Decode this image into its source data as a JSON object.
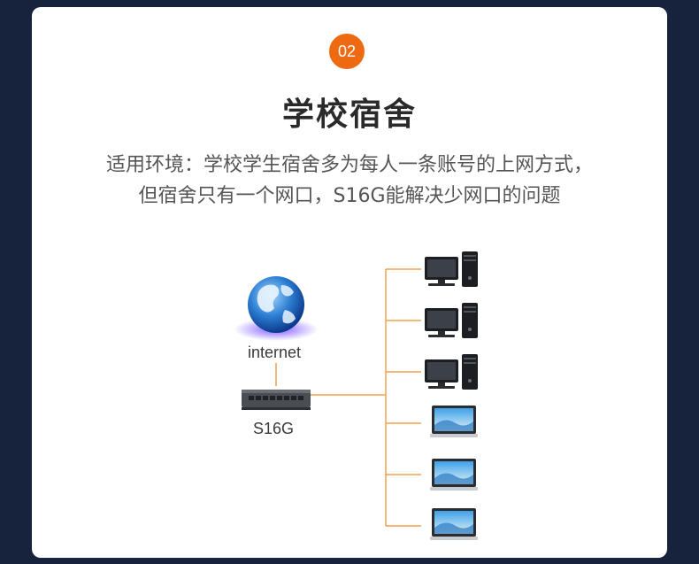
{
  "badge": "02",
  "title": "学校宿舍",
  "description": {
    "line1": "适用环境：学校学生宿舍多为每人一条账号的上网方式，",
    "line2": "但宿舍只有一个网口，S16G能解决少网口的问题"
  },
  "diagram": {
    "internet_label": "internet",
    "device_label": "S16G",
    "clients": [
      "desktop",
      "desktop",
      "desktop",
      "laptop",
      "laptop",
      "laptop"
    ]
  },
  "colors": {
    "background": "#17223c",
    "card": "#ffffff",
    "accent": "#ee6a12",
    "line": "#f0a050"
  }
}
